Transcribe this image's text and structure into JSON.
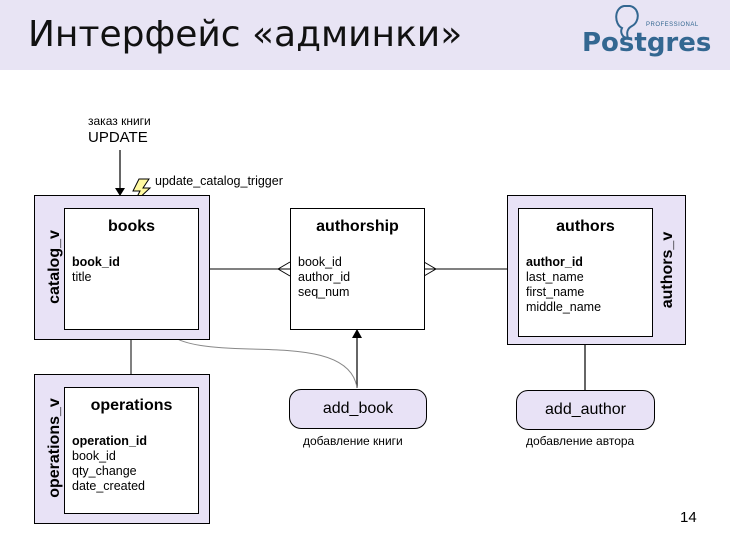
{
  "slide": {
    "title": "Интерфейс «админки»",
    "page_number": "14"
  },
  "logo": {
    "word": "Postgres",
    "tag": "PROFESSIONAL"
  },
  "annotation": {
    "line1": "заказ книги",
    "line2": "UPDATE",
    "trigger": "update_catalog_trigger"
  },
  "views": {
    "catalog": "catalog_v",
    "authors": "authors_v",
    "operations": "operations_v"
  },
  "tables": {
    "books": {
      "name": "books",
      "pk": "book_id",
      "fields": [
        "title"
      ]
    },
    "authorship": {
      "name": "authorship",
      "fields": [
        "book_id",
        "author_id",
        "seq_num"
      ]
    },
    "authors": {
      "name": "authors",
      "pk": "author_id",
      "fields": [
        "last_name",
        "first_name",
        "middle_name"
      ]
    },
    "operations": {
      "name": "operations",
      "pk": "operation_id",
      "fields": [
        "book_id",
        "qty_change",
        "date_created"
      ]
    }
  },
  "functions": {
    "add_book": {
      "name": "add_book",
      "caption": "добавление книги"
    },
    "add_author": {
      "name": "add_author",
      "caption": "добавление автора"
    }
  }
}
